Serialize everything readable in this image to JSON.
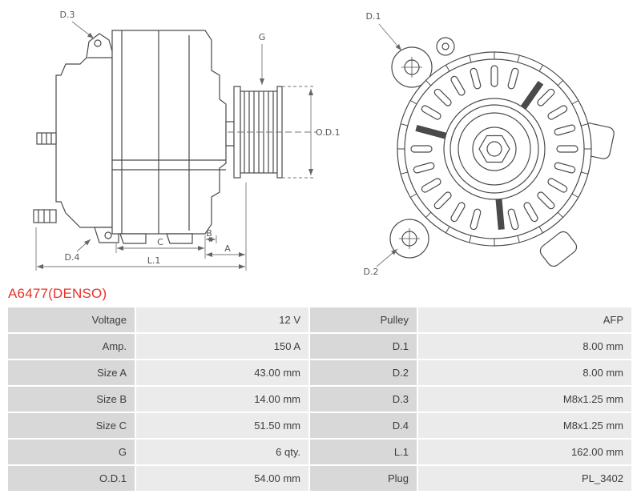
{
  "part": {
    "title": "A6477(DENSO)"
  },
  "diagram": {
    "labels": {
      "d1": "D.1",
      "d2": "D.2",
      "d3": "D.3",
      "d4": "D.4",
      "g": "G",
      "od1": "O.D.1",
      "a": "A",
      "b": "B",
      "c": "C",
      "l1": "L.1"
    }
  },
  "specs": {
    "rows": [
      {
        "label_left": "Voltage",
        "value_left": "12 V",
        "label_right": "Pulley",
        "value_right": "AFP"
      },
      {
        "label_left": "Amp.",
        "value_left": "150 A",
        "label_right": "D.1",
        "value_right": "8.00 mm"
      },
      {
        "label_left": "Size A",
        "value_left": "43.00 mm",
        "label_right": "D.2",
        "value_right": "8.00 mm"
      },
      {
        "label_left": "Size B",
        "value_left": "14.00 mm",
        "label_right": "D.3",
        "value_right": "M8x1.25 mm"
      },
      {
        "label_left": "Size C",
        "value_left": "51.50 mm",
        "label_right": "D.4",
        "value_right": "M8x1.25 mm"
      },
      {
        "label_left": "G",
        "value_left": "6 qty.",
        "label_right": "L.1",
        "value_right": "162.00 mm"
      },
      {
        "label_left": "O.D.1",
        "value_left": "54.00 mm",
        "label_right": "Plug",
        "value_right": "PL_3402"
      }
    ]
  },
  "colors": {
    "accent_red": "#e8332b",
    "label_cell_bg": "#d8d8d8",
    "value_cell_bg": "#ebebeb",
    "drawing_line": "#4a4a4a"
  }
}
